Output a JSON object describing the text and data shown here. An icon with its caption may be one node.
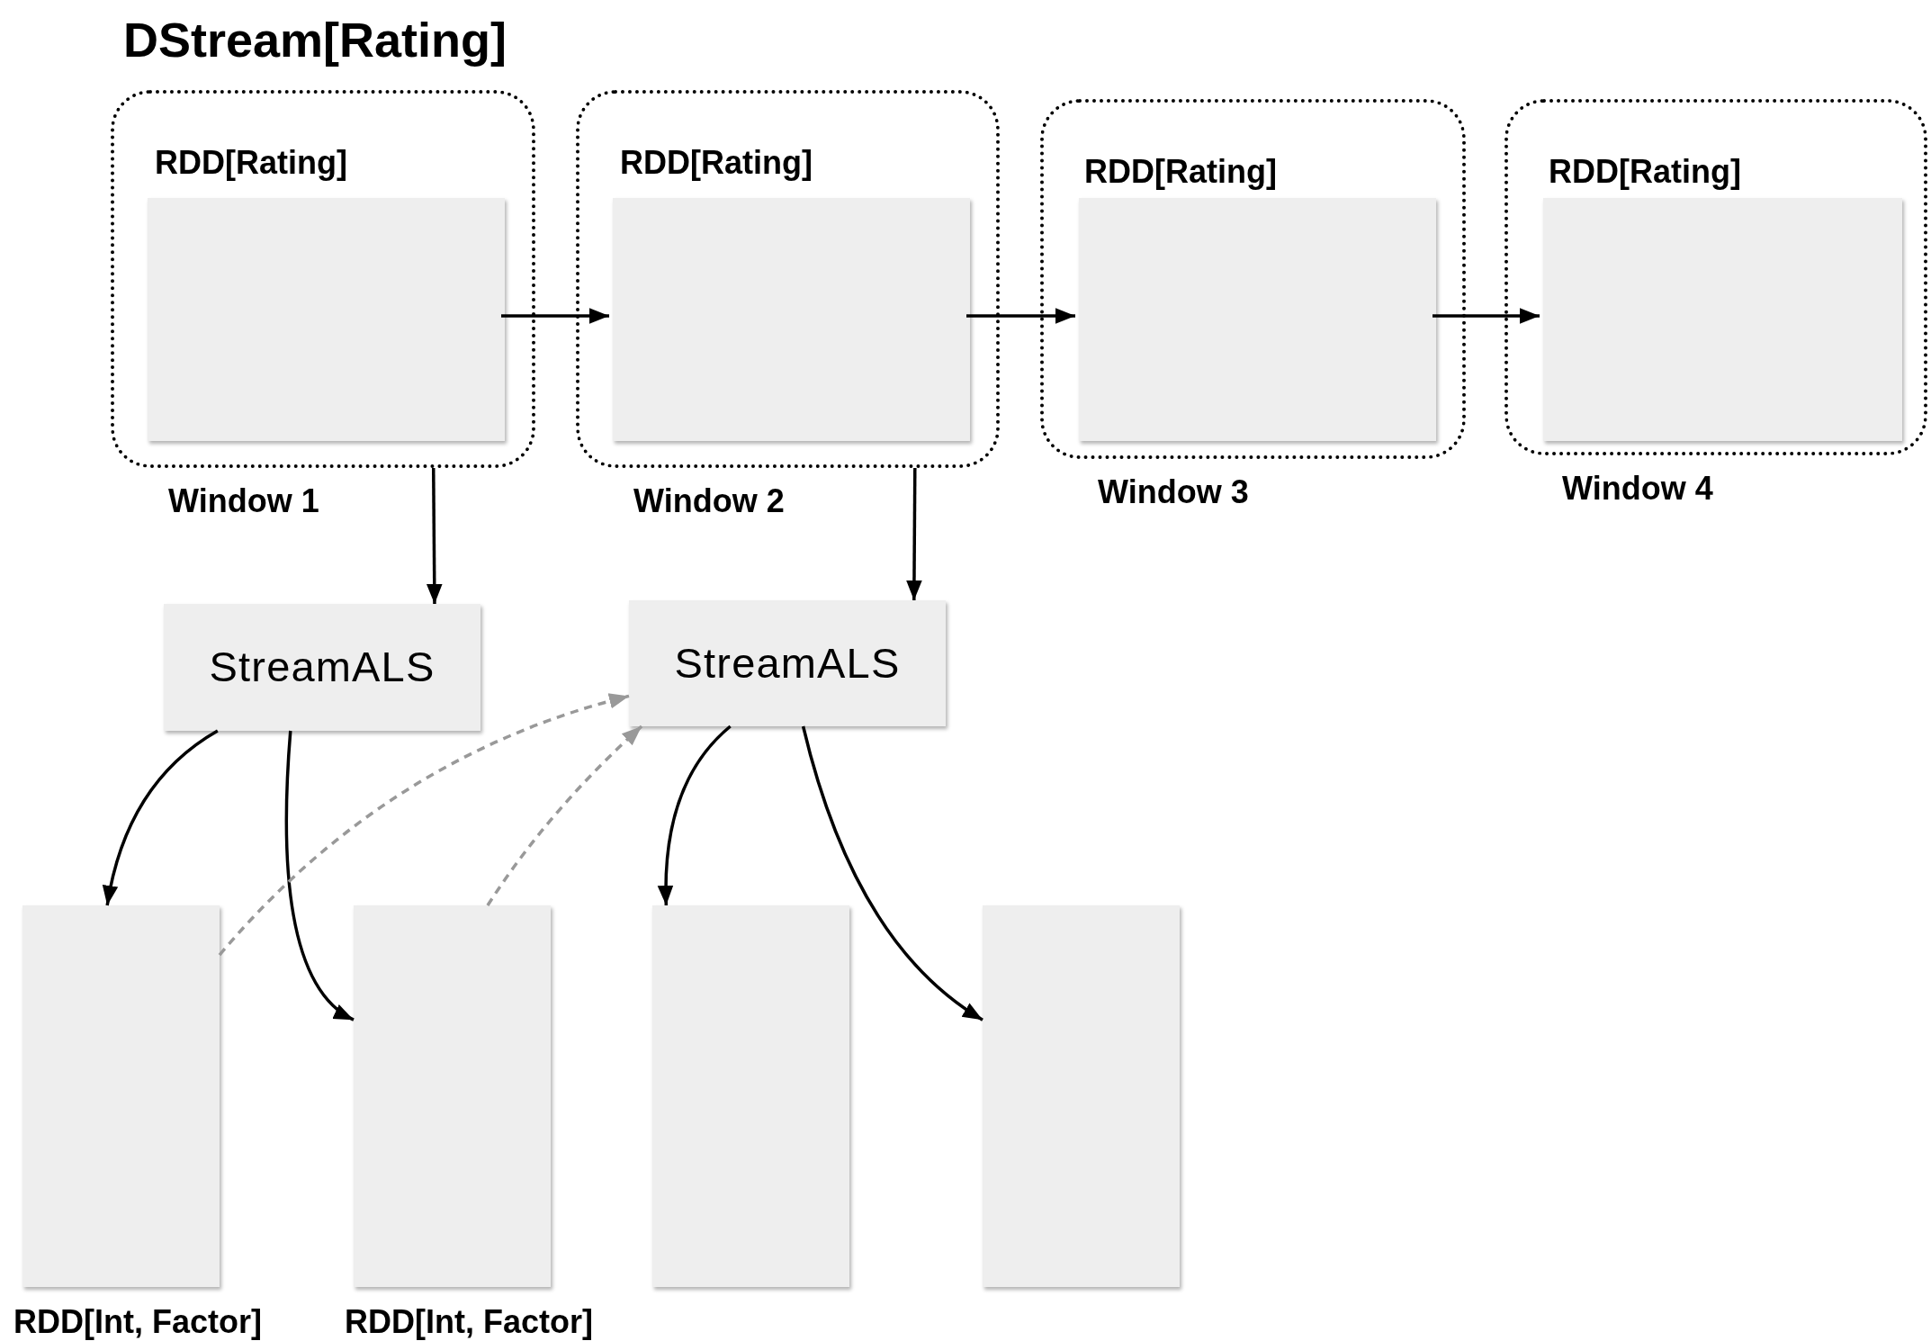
{
  "diagram": {
    "title": "DStream[Rating]",
    "nodes": [
      {
        "text": [
          "RDD[Rating]"
        ],
        "beside": [
          "Window 1"
        ]
      },
      {
        "text": [],
        "shape": "box",
        "in": 0
      },
      {
        "text": [
          "RDD[Rating]"
        ],
        "beside": [
          "Window 2"
        ]
      },
      {
        "text": [],
        "shape": "box",
        "in": 2
      },
      {
        "text": [
          "RDD[Rating]"
        ],
        "beside": [
          "Window 3"
        ]
      },
      {
        "text": [],
        "shape": "box",
        "in": 4
      },
      {
        "text": [
          "RDD[Rating]"
        ],
        "beside": [
          "Window 4"
        ]
      },
      {
        "text": [],
        "shape": "box",
        "in": 6
      },
      {
        "text": [
          "StreamALS"
        ]
      },
      {
        "text": [
          "StreamALS"
        ]
      },
      {
        "text": [],
        "shape": "box",
        "beside": [
          "RDD[Int, Factor]"
        ]
      },
      {
        "text": [],
        "shape": "box",
        "beside": [
          "RDD[Int, Factor]"
        ]
      },
      {
        "text": [],
        "shape": "box"
      },
      {
        "text": [],
        "shape": "box"
      }
    ],
    "edges": [
      {
        "from": 1,
        "to": 3,
        "arrow": "to"
      },
      {
        "from": 3,
        "to": 5,
        "arrow": "to"
      },
      {
        "from": 5,
        "to": 7,
        "arrow": "to"
      },
      {
        "from": 0,
        "to": 8,
        "arrow": "to"
      },
      {
        "from": 2,
        "to": 9,
        "arrow": "to"
      },
      {
        "from": 8,
        "to": 10,
        "arrow": "to"
      },
      {
        "from": 8,
        "to": 11,
        "arrow": "to"
      },
      {
        "from": 9,
        "to": 12,
        "arrow": "to"
      },
      {
        "from": 9,
        "to": 13,
        "arrow": "to"
      },
      {
        "from": 10,
        "to": 9,
        "arrow": "to",
        "style": "dashed",
        "color": "#999999"
      },
      {
        "from": 11,
        "to": 9,
        "arrow": "to",
        "style": "dashed",
        "color": "#999999"
      }
    ]
  }
}
